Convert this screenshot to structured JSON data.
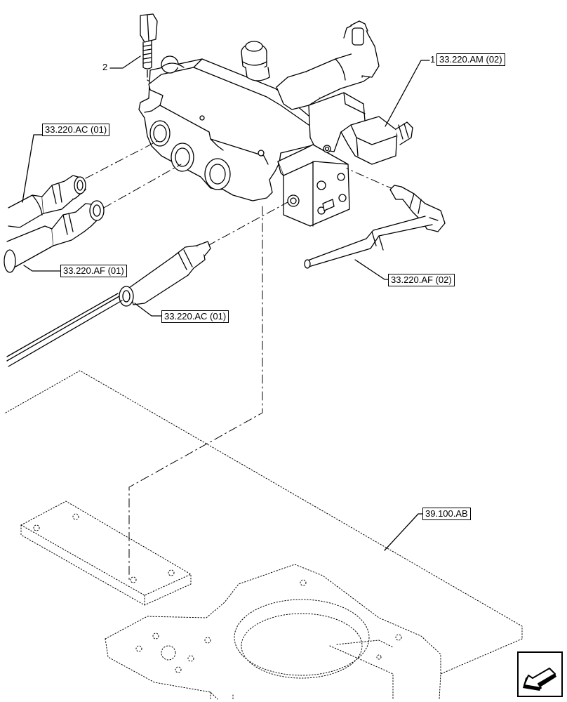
{
  "callouts": {
    "item_1_number": "1",
    "item_1_ref": "33.220.AM (02)",
    "item_2_number": "2",
    "ref_ac_upper": "33.220.AC (01)",
    "ref_af_left": "33.220.AF (01)",
    "ref_af_right": "33.220.AF (02)",
    "ref_ac_lower": "33.220.AC (01)",
    "ref_frame": "39.100.AB"
  },
  "icons": {
    "nav": "arrow-down-left-icon"
  }
}
